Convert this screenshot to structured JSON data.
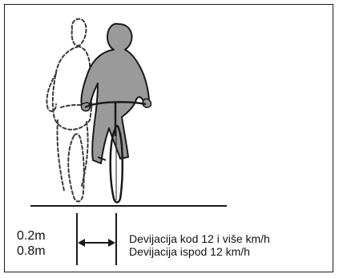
{
  "labels": {
    "distance_fast": "0.2m",
    "distance_slow": "0.8m",
    "deviation_fast": "Devijacija kod 12 i više km/h",
    "deviation_slow": "Devijacija ispod 12 km/h"
  },
  "colors": {
    "frame": "#1a1a1a",
    "rider_fill": "#9a9a9a",
    "rider_outline": "#1a1a1a",
    "ghost_outline": "#3a3a3a"
  },
  "icons": {
    "solid_cyclist": "cyclist-riding-straight-icon",
    "ghost_cyclist": "cyclist-swerving-ghost-icon",
    "deviation_arrow": "double-headed-arrow-icon"
  }
}
